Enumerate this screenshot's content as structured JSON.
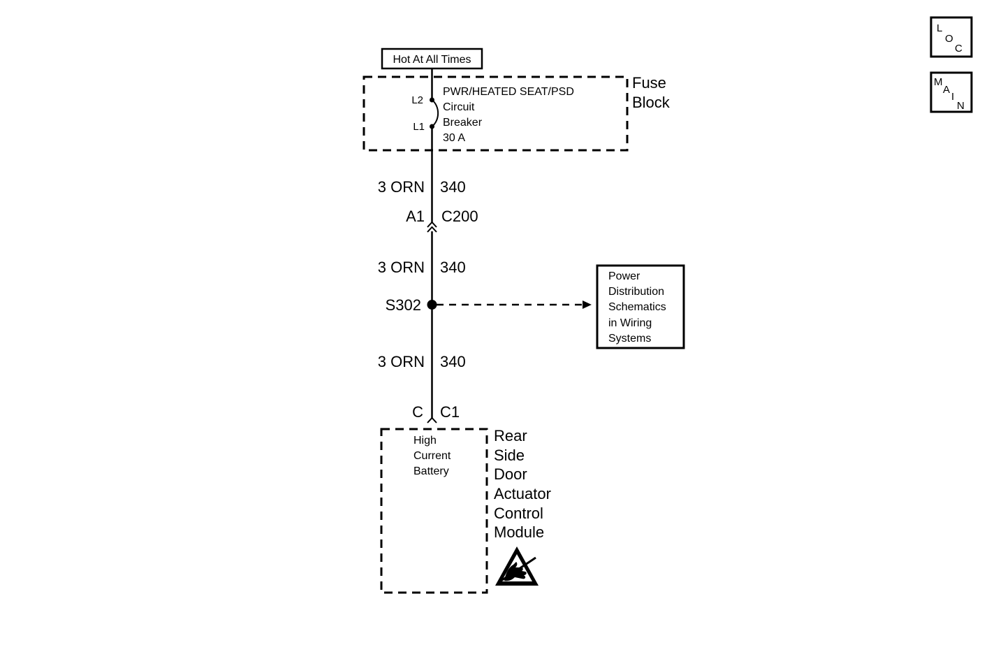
{
  "nav": {
    "loc": {
      "l": "L",
      "o": "O",
      "c": "C"
    },
    "main": {
      "m": "M",
      "a": "A",
      "i": "I",
      "n": "N"
    }
  },
  "power_source": {
    "label": "Hot At All Times"
  },
  "fuse_block": {
    "title_line1": "Fuse",
    "title_line2": "Block",
    "breaker_lines": [
      "PWR/HEATED SEAT/PSD",
      "Circuit",
      "Breaker",
      "30 A"
    ],
    "terminal_top": "L2",
    "terminal_bottom": "L1"
  },
  "segments": [
    {
      "wire": "3 ORN",
      "circuit": "340"
    },
    {
      "wire": "3 ORN",
      "circuit": "340"
    },
    {
      "wire": "3 ORN",
      "circuit": "340"
    }
  ],
  "connector_c200": {
    "pin": "A1",
    "name": "C200"
  },
  "splice": {
    "name": "S302"
  },
  "reference_box": {
    "lines": [
      "Power",
      "Distribution",
      "Schematics",
      "in Wiring",
      "Systems"
    ]
  },
  "connector_c1": {
    "pin": "C",
    "name": "C1"
  },
  "module": {
    "name_lines": [
      "Rear",
      "Side",
      "Door",
      "Actuator",
      "Control",
      "Module"
    ],
    "input_lines": [
      "High",
      "Current",
      "Battery"
    ],
    "esd_symbol": "esd-warning-icon"
  }
}
